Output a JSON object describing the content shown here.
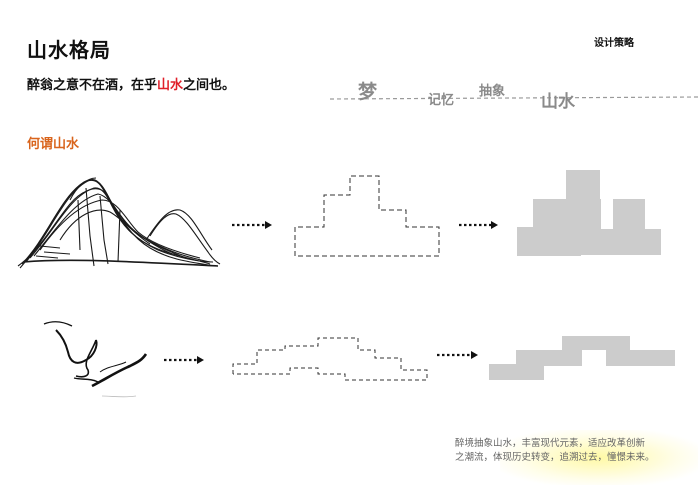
{
  "header": {
    "title": "山水格局",
    "tag": "设计策略",
    "subtitle_pre": "醉翁之意不在酒，在乎",
    "subtitle_highlight": "山水",
    "subtitle_post": "之间也。"
  },
  "keywords": [
    "梦",
    "记忆",
    "抽象",
    "山水"
  ],
  "section_title": "何谓山水",
  "note": {
    "line1": "醉境抽象山水，丰富现代元素，适应改革创新",
    "line2": "之潮流，体现历史转变，追溯过去，憧憬未来。"
  },
  "colors": {
    "accent_red": "#e0202a",
    "accent_orange": "#d9641c",
    "block_gray": "#cccccc",
    "keyword_gray": "#8a8a8a"
  }
}
